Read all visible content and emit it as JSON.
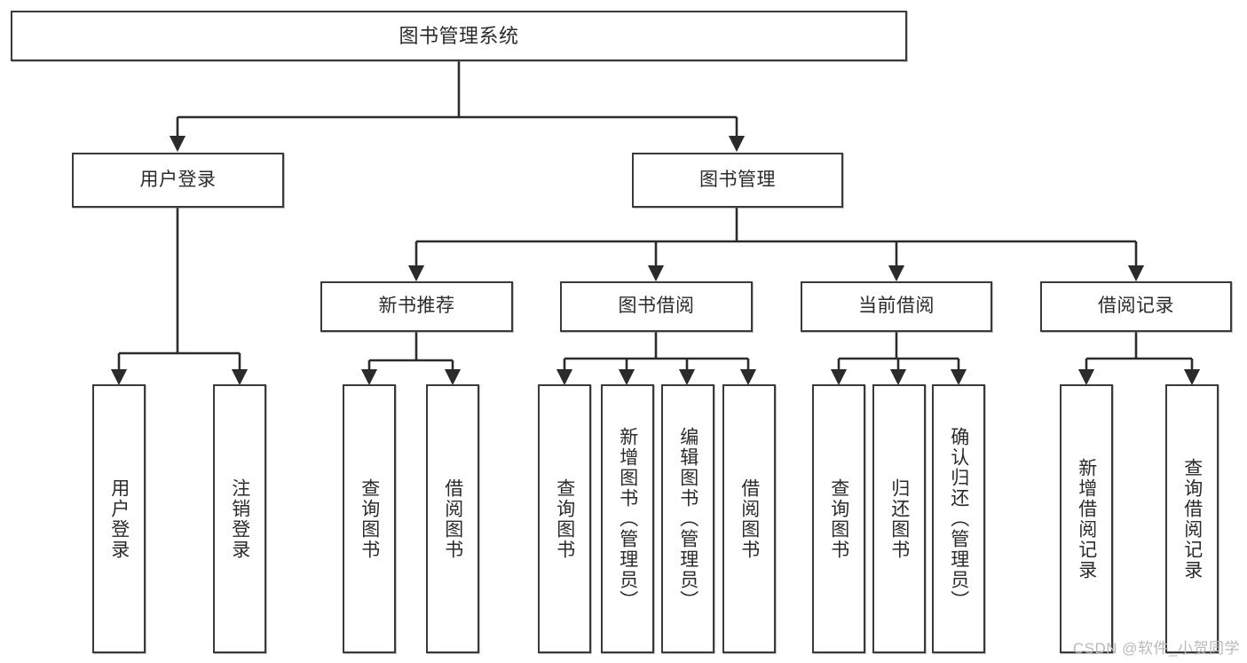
{
  "diagram": {
    "title": "图书管理系统",
    "type": "tree",
    "watermark": "CSDN @软件_小贺同学",
    "colors": {
      "box_border": "#3a3a3a",
      "box_fill": "#ffffff",
      "connector": "#2b2b2b",
      "watermark": "#b9b9b9",
      "background": "#ffffff"
    },
    "root": {
      "label": "图书管理系统"
    },
    "level1": [
      {
        "label": "用户登录"
      },
      {
        "label": "图书管理"
      }
    ],
    "level2": [
      {
        "label": "新书推荐"
      },
      {
        "label": "图书借阅"
      },
      {
        "label": "当前借阅"
      },
      {
        "label": "借阅记录"
      }
    ],
    "leaves": {
      "user_login": [
        {
          "label": "用户登录"
        },
        {
          "label": "注销登录"
        }
      ],
      "new_book_recommend": [
        {
          "label": "查询图书"
        },
        {
          "label": "借阅图书"
        }
      ],
      "book_borrow": [
        {
          "label": "查询图书"
        },
        {
          "label": "新增图书（管理员）"
        },
        {
          "label": "编辑图书（管理员）"
        },
        {
          "label": "借阅图书"
        }
      ],
      "current_borrow": [
        {
          "label": "查询图书"
        },
        {
          "label": "归还图书"
        },
        {
          "label": "确认归还（管理员）"
        }
      ],
      "borrow_record": [
        {
          "label": "新增借阅记录"
        },
        {
          "label": "查询借阅记录"
        }
      ]
    }
  }
}
